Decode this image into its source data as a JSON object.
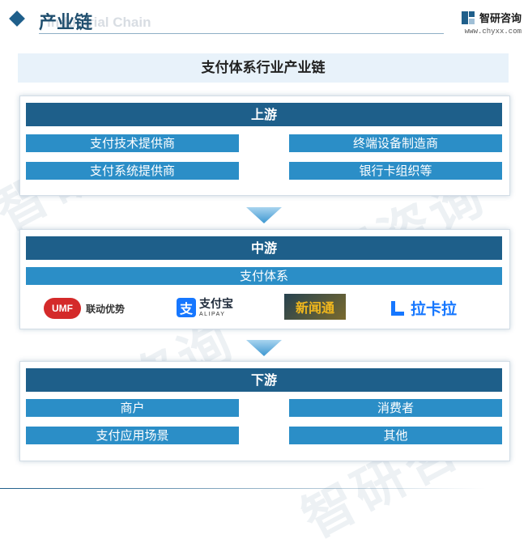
{
  "header": {
    "title": "产业链",
    "subtitle": "Industrial Chain",
    "brand_name": "智研咨询",
    "brand_url": "www.chyxx.com"
  },
  "watermark": "智研咨询",
  "diagram": {
    "title": "支付体系行业产业链",
    "upstream": {
      "heading": "上游",
      "items": [
        "支付技术提供商",
        "终端设备制造商",
        "支付系统提供商",
        "银行卡组织等"
      ]
    },
    "midstream": {
      "heading": "中游",
      "system": "支付体系",
      "logos": [
        {
          "icon": "UMF",
          "name": "联动优势"
        },
        {
          "icon": "支",
          "name": "支付宝",
          "sub": "ALIPAY"
        },
        {
          "icon": "",
          "name": "新闻通"
        },
        {
          "icon": "lakala-icon",
          "name": "拉卡拉"
        }
      ]
    },
    "downstream": {
      "heading": "下游",
      "items": [
        "商户",
        "消费者",
        "支付应用场景",
        "其他"
      ]
    }
  },
  "colors": {
    "heading_bg": "#1e5f8a",
    "cell_bg": "#2b8ec7",
    "title_bg": "#e8f2fa",
    "arrow": "#4aa3d8"
  }
}
